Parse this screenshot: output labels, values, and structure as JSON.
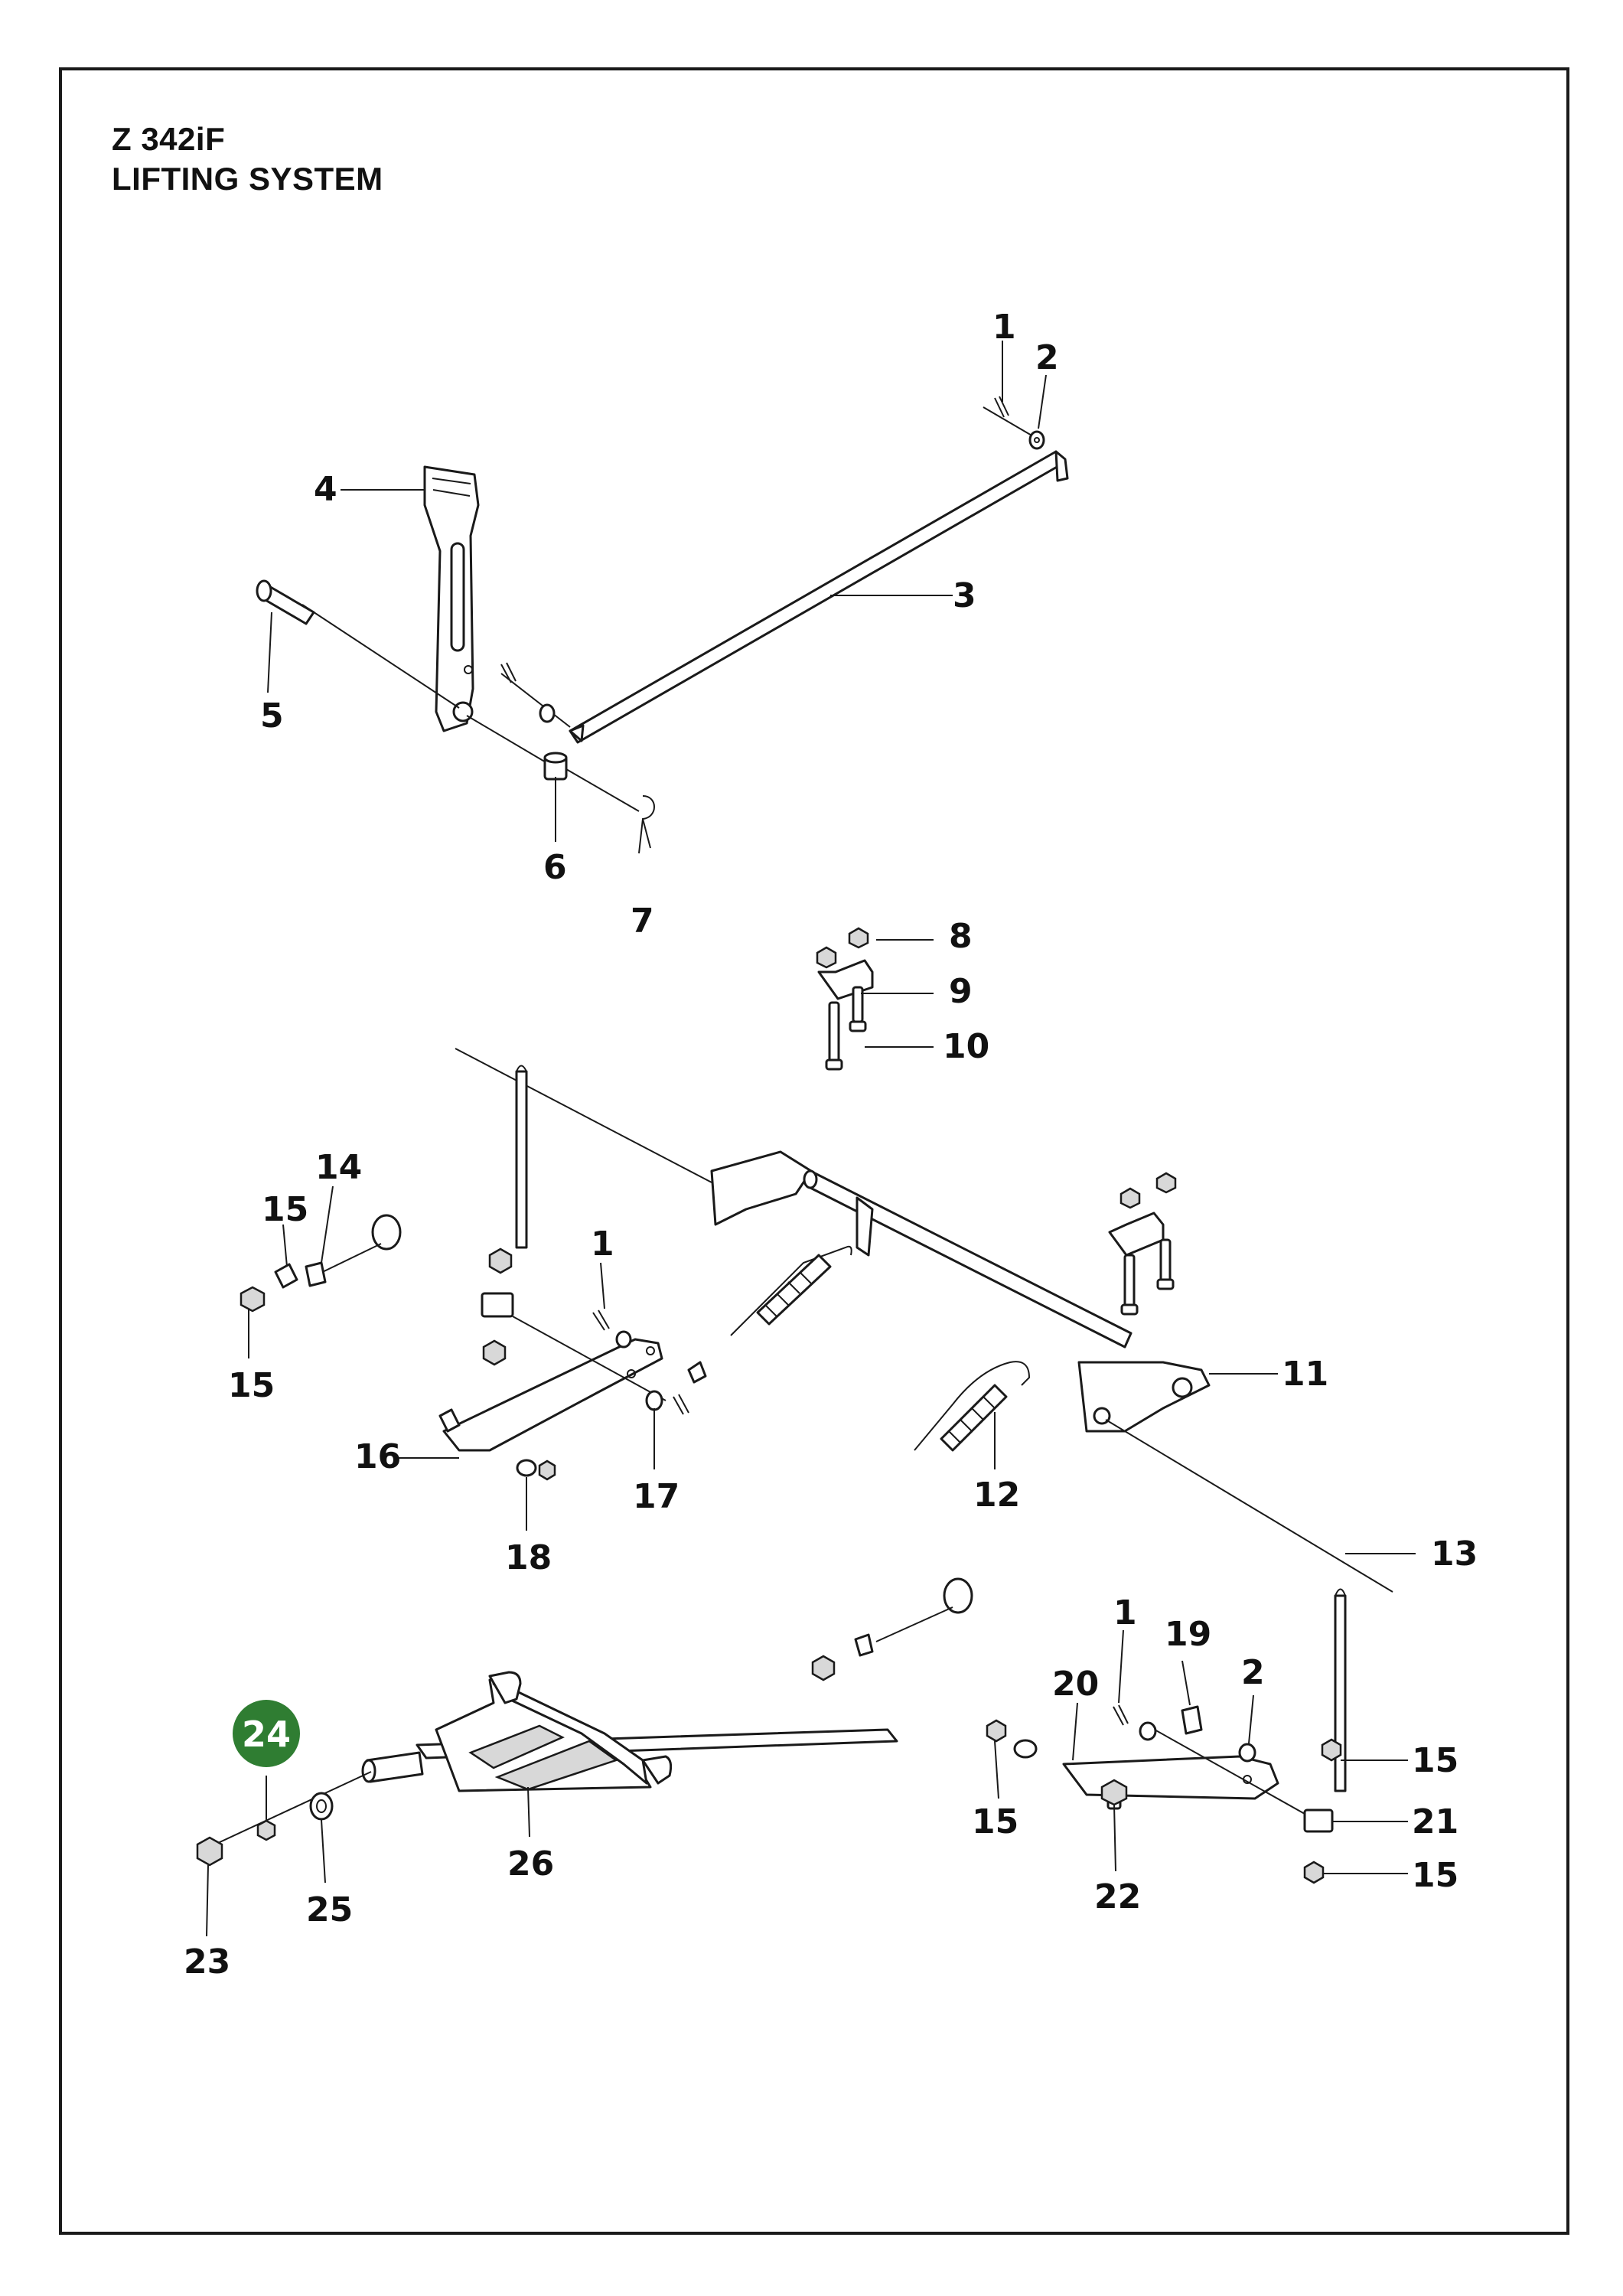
{
  "document": {
    "model": "Z 342iF",
    "section": "LIFTING SYSTEM"
  },
  "highlight": {
    "label": "24",
    "color": "#2f7d32"
  },
  "callouts": [
    "1",
    "2",
    "3",
    "4",
    "5",
    "6",
    "7",
    "8",
    "9",
    "10",
    "15",
    "14",
    "1",
    "15",
    "11",
    "16",
    "17",
    "12",
    "18",
    "13",
    "1",
    "19",
    "2",
    "20",
    "15",
    "15",
    "21",
    "26",
    "22",
    "15",
    "25",
    "23"
  ]
}
